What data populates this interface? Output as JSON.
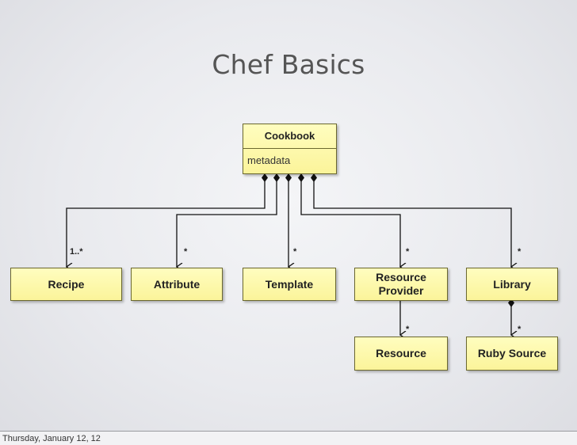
{
  "slide": {
    "title": "Chef Basics"
  },
  "cookbook": {
    "name": "Cookbook",
    "attribute": "metadata"
  },
  "components": {
    "recipe": "Recipe",
    "attribute": "Attribute",
    "template": "Template",
    "resource_provider_line1": "Resource",
    "resource_provider_line2": "Provider",
    "library": "Library",
    "resource": "Resource",
    "ruby_source": "Ruby Source"
  },
  "multiplicities": {
    "recipe": "1..*",
    "attribute": "*",
    "template": "*",
    "resource_provider": "*",
    "library": "*",
    "resource": "*",
    "ruby_source": "*"
  },
  "footer": {
    "date": "Thursday, January 12, 12"
  }
}
